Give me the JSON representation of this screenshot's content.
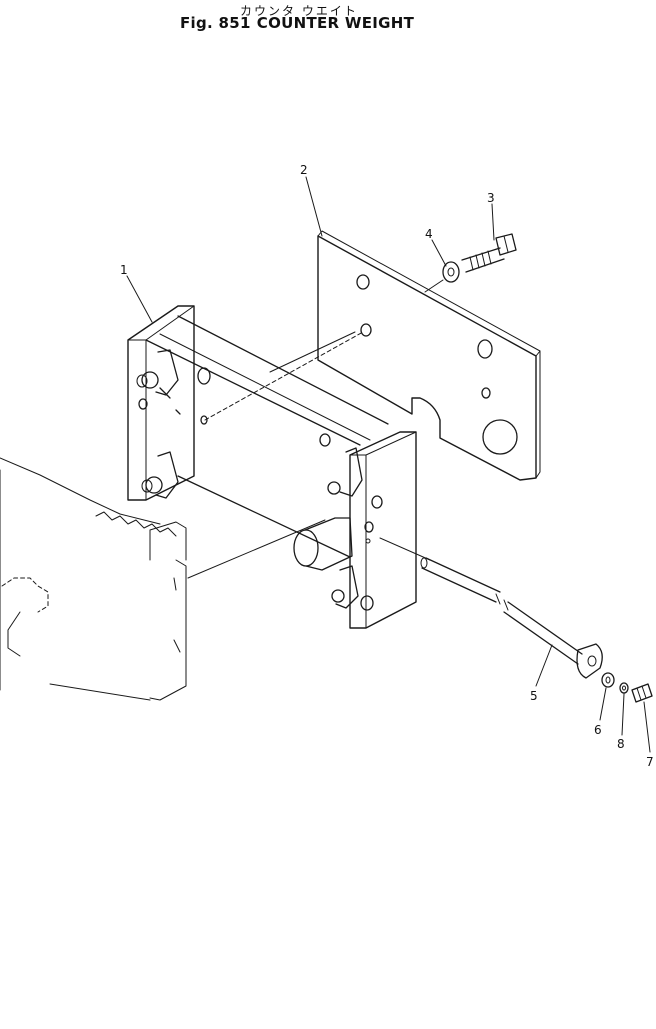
{
  "title": {
    "japanese": "カウンタ ウエイト",
    "figure": "Fig. 851",
    "name": "COUNTER WEIGHT"
  },
  "callouts": [
    "1",
    "2",
    "3",
    "4",
    "5",
    "6",
    "7",
    "8"
  ]
}
